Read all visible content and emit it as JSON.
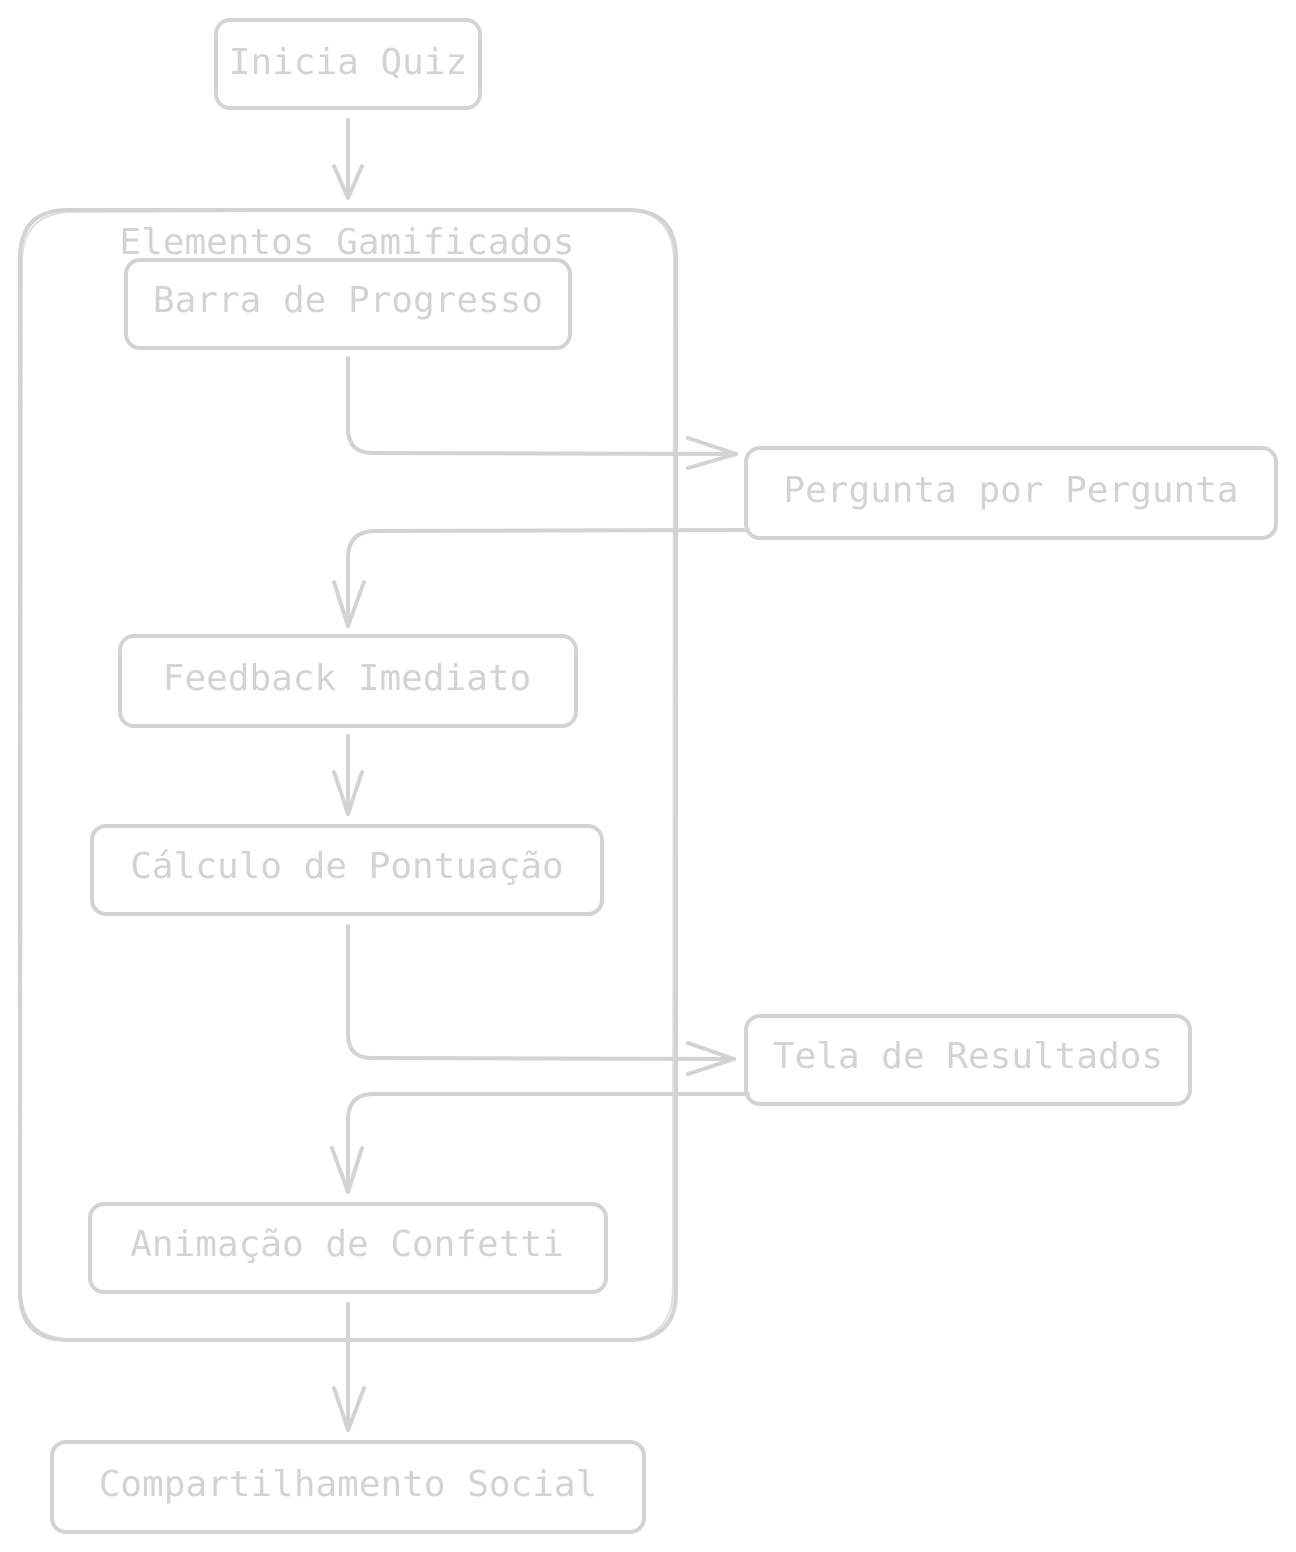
{
  "group": {
    "title": "Elementos Gamificados"
  },
  "nodes": {
    "start": "Inicia Quiz",
    "progress": "Barra de Progresso",
    "question": "Pergunta por Pergunta",
    "feedback": "Feedback Imediato",
    "score": "Cálculo de Pontuação",
    "results": "Tela de Resultados",
    "confetti": "Animação de Confetti",
    "share": "Compartilhamento Social"
  },
  "colors": {
    "stroke": "#d3d3d3",
    "text": "#d3d3d3",
    "background": "#ffffff"
  }
}
